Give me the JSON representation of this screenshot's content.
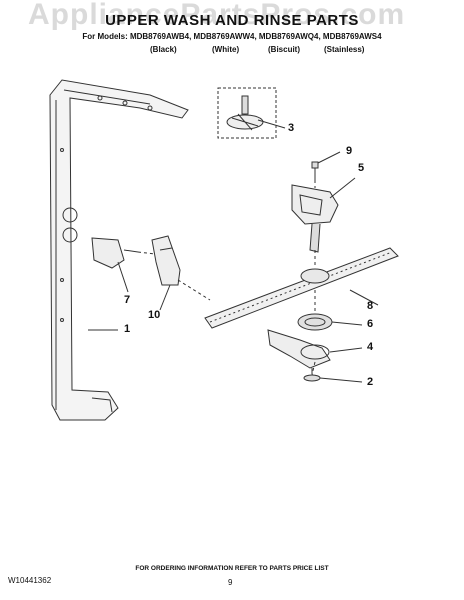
{
  "watermark": "AppliancePartsPros.com",
  "title": "UPPER WASH AND RINSE PARTS",
  "models": "For Models: MDB8769AWB4, MDB8769AWW4, MDB8769AWQ4, MDB8769AWS4",
  "colors": [
    "(Black)",
    "(White)",
    "(Biscuit)",
    "(Stainless)"
  ],
  "callouts": [
    "1",
    "2",
    "3",
    "4",
    "5",
    "6",
    "7",
    "8",
    "9",
    "10"
  ],
  "footer": "FOR ORDERING INFORMATION REFER TO PARTS PRICE LIST",
  "doc_number": "W10441362",
  "page_number": "9"
}
